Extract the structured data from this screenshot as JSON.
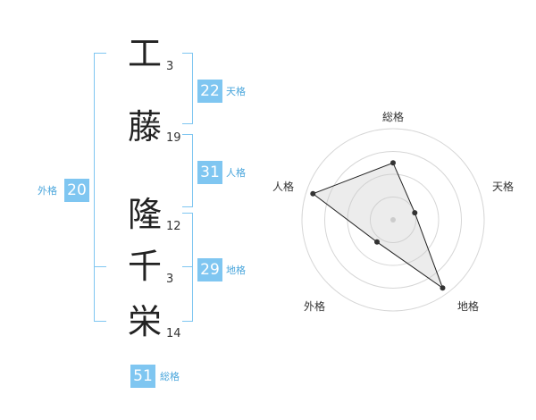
{
  "chars": [
    {
      "kanji": "工",
      "strokes": "3"
    },
    {
      "kanji": "藤",
      "strokes": "19"
    },
    {
      "kanji": "隆",
      "strokes": "12"
    },
    {
      "kanji": "千",
      "strokes": "3"
    },
    {
      "kanji": "栄",
      "strokes": "14"
    }
  ],
  "fortunes": {
    "tenkaku": {
      "value": "22",
      "label": "天格"
    },
    "jinkaku": {
      "value": "31",
      "label": "人格"
    },
    "chikaku": {
      "value": "29",
      "label": "地格"
    },
    "gaikaku": {
      "value": "20",
      "label": "外格"
    },
    "soukaku": {
      "value": "51",
      "label": "総格"
    }
  },
  "colors": {
    "accent": "#7fc6f1",
    "label": "#4aa6dc"
  },
  "chart_data": {
    "type": "radar",
    "axes": [
      "総格",
      "天格",
      "地格",
      "外格",
      "人格"
    ],
    "rings": 4,
    "values": [
      2.5,
      1.0,
      3.7,
      1.2,
      3.7
    ],
    "max": 4
  }
}
